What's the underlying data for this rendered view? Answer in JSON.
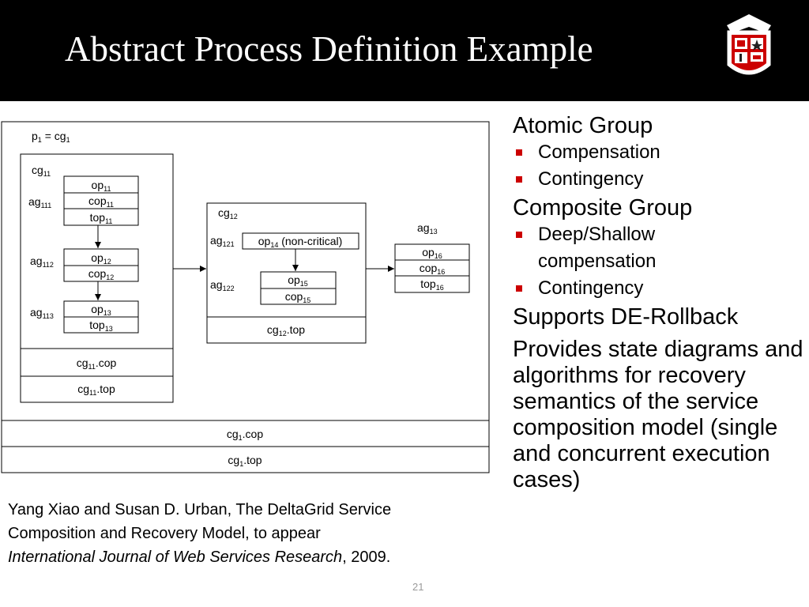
{
  "slide": {
    "title": "Abstract Process Definition Example",
    "page_number": "21"
  },
  "logo": {
    "name": "texas-tech-university-seal",
    "colors": {
      "red": "#cc0000",
      "dark": "#222222"
    }
  },
  "diagram": {
    "outer_label": {
      "p": "p",
      "p_sub": "1",
      "eq": " = cg",
      "cg_sub": "1"
    },
    "cg11": {
      "label": {
        "base": "cg",
        "sub": "11"
      },
      "ag111": {
        "base": "ag",
        "sub": "111"
      },
      "op11": {
        "base": "op",
        "sub": "11"
      },
      "cop11": {
        "base": "cop",
        "sub": "11"
      },
      "top11": {
        "base": "top",
        "sub": "11"
      },
      "ag112": {
        "base": "ag",
        "sub": "112"
      },
      "op12": {
        "base": "op",
        "sub": "12"
      },
      "cop12": {
        "base": "cop",
        "sub": "12"
      },
      "ag113": {
        "base": "ag",
        "sub": "113"
      },
      "op13": {
        "base": "op",
        "sub": "13"
      },
      "top13": {
        "base": "top",
        "sub": "13"
      },
      "cop_label": {
        "base": "cg",
        "sub": "11",
        "suffix": ".cop"
      },
      "top_label": {
        "base": "cg",
        "sub": "11",
        "suffix": ".top"
      }
    },
    "cg12": {
      "label": {
        "base": "cg",
        "sub": "12"
      },
      "ag121": {
        "base": "ag",
        "sub": "121"
      },
      "op14": {
        "base": "op",
        "sub": "14",
        "suffix": " (non-critical)"
      },
      "ag122": {
        "base": "ag",
        "sub": "122"
      },
      "op15": {
        "base": "op",
        "sub": "15"
      },
      "cop15": {
        "base": "cop",
        "sub": "15"
      },
      "top_label": {
        "base": "cg",
        "sub": "12",
        "suffix": ".top"
      }
    },
    "ag13": {
      "label": {
        "base": "ag",
        "sub": "13"
      },
      "op16": {
        "base": "op",
        "sub": "16"
      },
      "cop16": {
        "base": "cop",
        "sub": "16"
      },
      "top16": {
        "base": "top",
        "sub": "16"
      }
    },
    "cg1_cop": {
      "base": "cg",
      "sub": "1",
      "suffix": ".cop"
    },
    "cg1_top": {
      "base": "cg",
      "sub": "1",
      "suffix": ".top"
    }
  },
  "bullets": {
    "atomic_group": "Atomic Group",
    "compensation": "Compensation",
    "contingency1": "Contingency",
    "composite_group": "Composite Group",
    "deep_shallow": "Deep/Shallow compensation",
    "contingency2": "Contingency",
    "supports": "Supports DE-Rollback",
    "provides": "Provides state diagrams and algorithms for recovery semantics of the service composition model (single and concurrent execution cases)",
    "bullet_color": "#cc0000"
  },
  "citation": {
    "line1": "Yang Xiao and Susan D. Urban, The DeltaGrid Service",
    "line2": "Composition and Recovery Model, to appear",
    "journal": "International Journal of Web Services Research",
    "year": ", 2009."
  }
}
